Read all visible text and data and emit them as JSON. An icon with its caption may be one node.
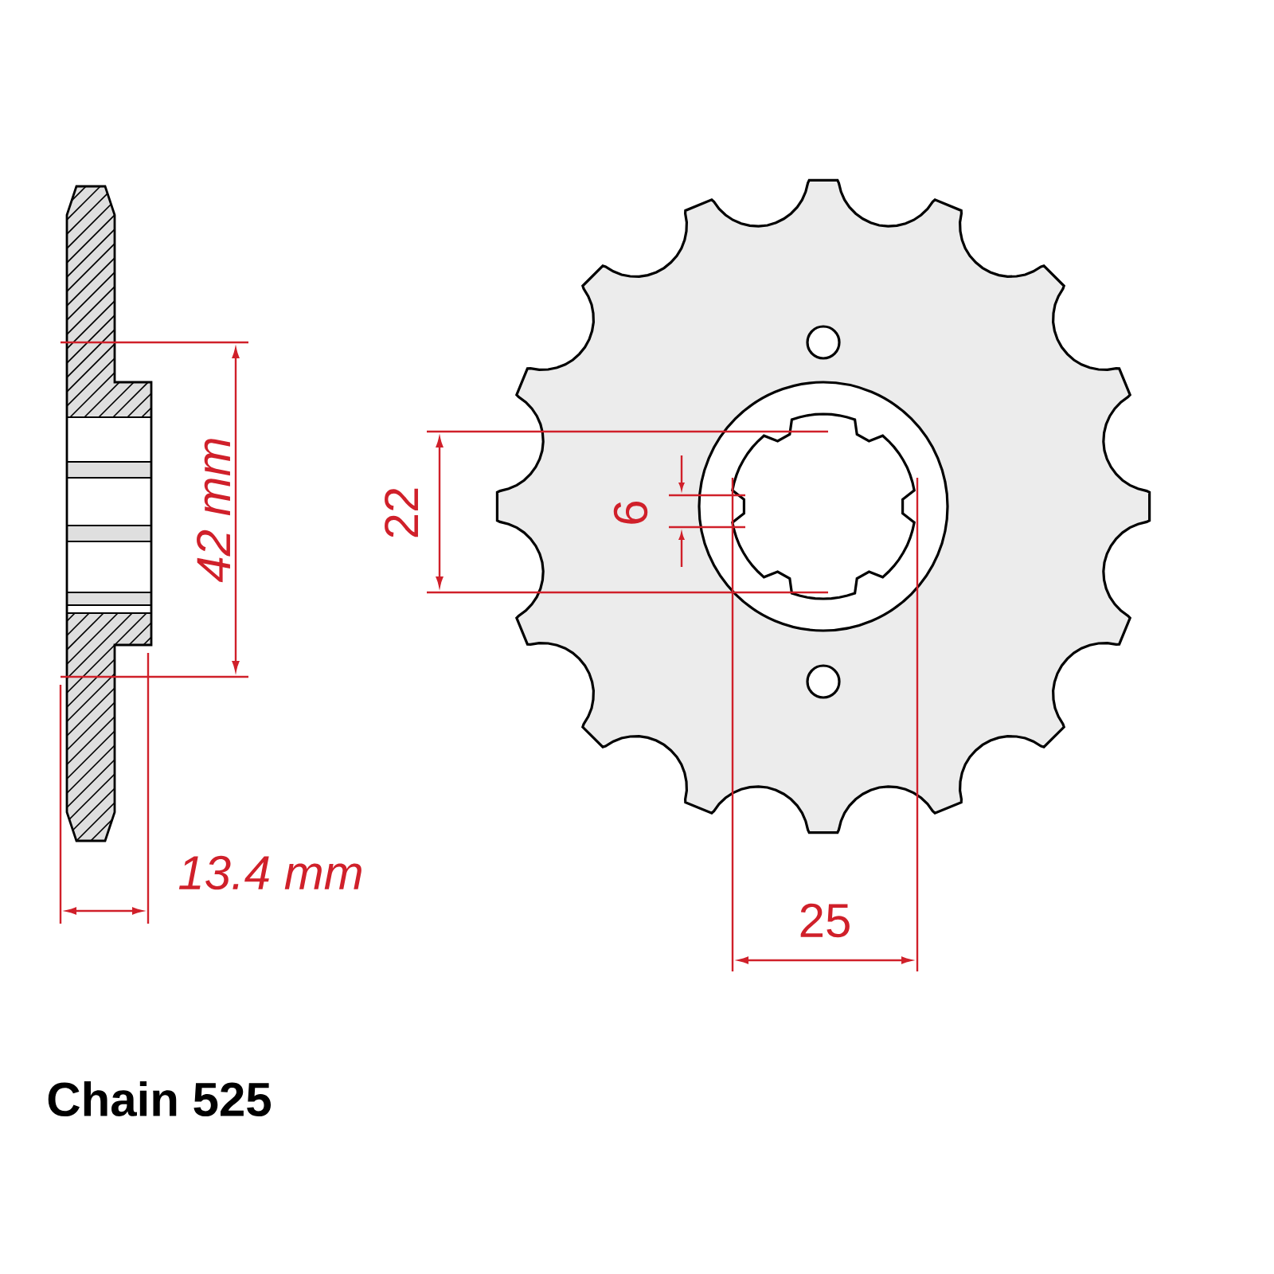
{
  "diagram": {
    "labels": [
      "42 mm",
      "22",
      "6",
      "13.4 mm",
      "25",
      "Chain 525"
    ]
  }
}
